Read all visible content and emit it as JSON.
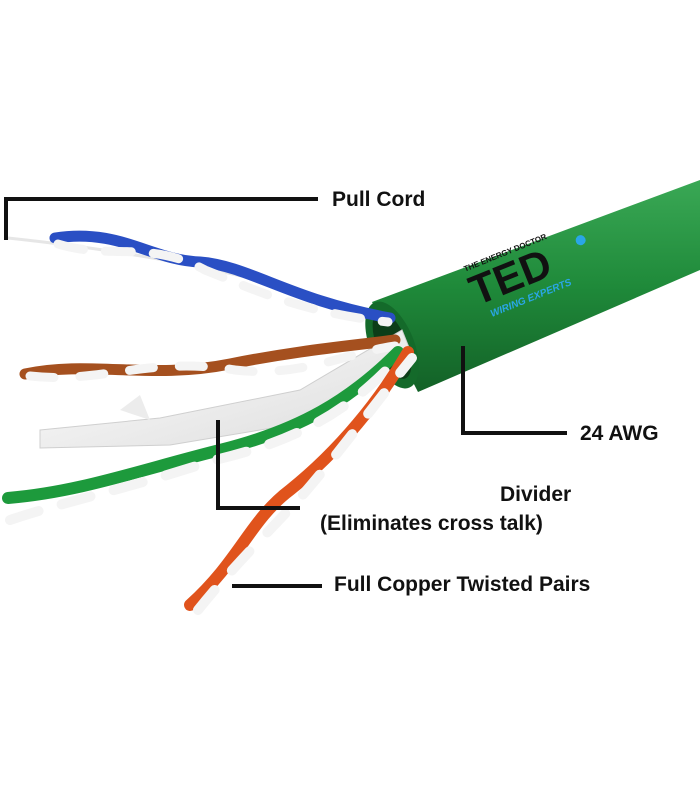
{
  "labels": {
    "pull_cord": "Pull Cord",
    "awg": "24 AWG",
    "divider": "Divider",
    "divider_note": "(Eliminates cross talk)",
    "copper_pairs": "Full Copper Twisted Pairs"
  },
  "logo": {
    "tagline": "THE ENERGY DOCTOR",
    "brand": "TED",
    "subtitle": "WIRING EXPERTS"
  },
  "colors": {
    "jacket": "#1f8a3a",
    "jacket_dark": "#146a2a",
    "pair_blue": "#2a4fc4",
    "pair_orange": "#e0531c",
    "pair_brown": "#a5501f",
    "pair_green": "#1d9a3c",
    "pair_white": "#f4f4f4",
    "leader_line": "#111111",
    "logo_dot": "#2aa6e6"
  }
}
